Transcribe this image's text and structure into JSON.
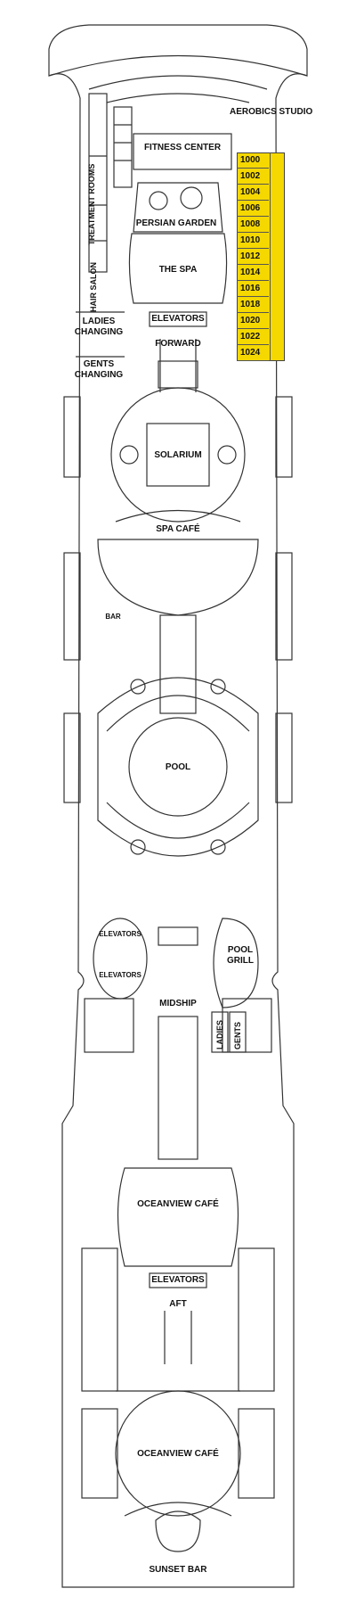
{
  "labels": {
    "aerobics": "AEROBICS STUDIO",
    "fitness": "FITNESS CENTER",
    "treatment": "TREATMENT ROOMS",
    "persian": "PERSIAN GARDEN",
    "hair": "HAIR SALON",
    "spa": "THE SPA",
    "ladies_changing": "LADIES CHANGING",
    "gents_changing": "GENTS CHANGING",
    "elevators_fwd": "ELEVATORS",
    "forward": "FORWARD",
    "solarium": "SOLARIUM",
    "spa_cafe": "SPA CAFÉ",
    "bar": "BAR",
    "pool": "POOL",
    "elevators_mid_1": "ELEVATORS",
    "elevators_mid_2": "ELEVATORS",
    "pool_grill": "POOL GRILL",
    "midship": "MIDSHIP",
    "ladies": "LADIES",
    "gents": "GENTS",
    "oceanview_1": "OCEANVIEW CAFÉ",
    "elevators_aft": "ELEVATORS",
    "aft": "AFT",
    "oceanview_2": "OCEANVIEW CAFÉ",
    "sunset": "SUNSET BAR"
  },
  "cabins": [
    "1000",
    "1002",
    "1004",
    "1006",
    "1008",
    "1010",
    "1012",
    "1014",
    "1016",
    "1018",
    "1020",
    "1022",
    "1024"
  ],
  "colors": {
    "cabin_fill": "#f5d800",
    "outline": "#333333"
  }
}
